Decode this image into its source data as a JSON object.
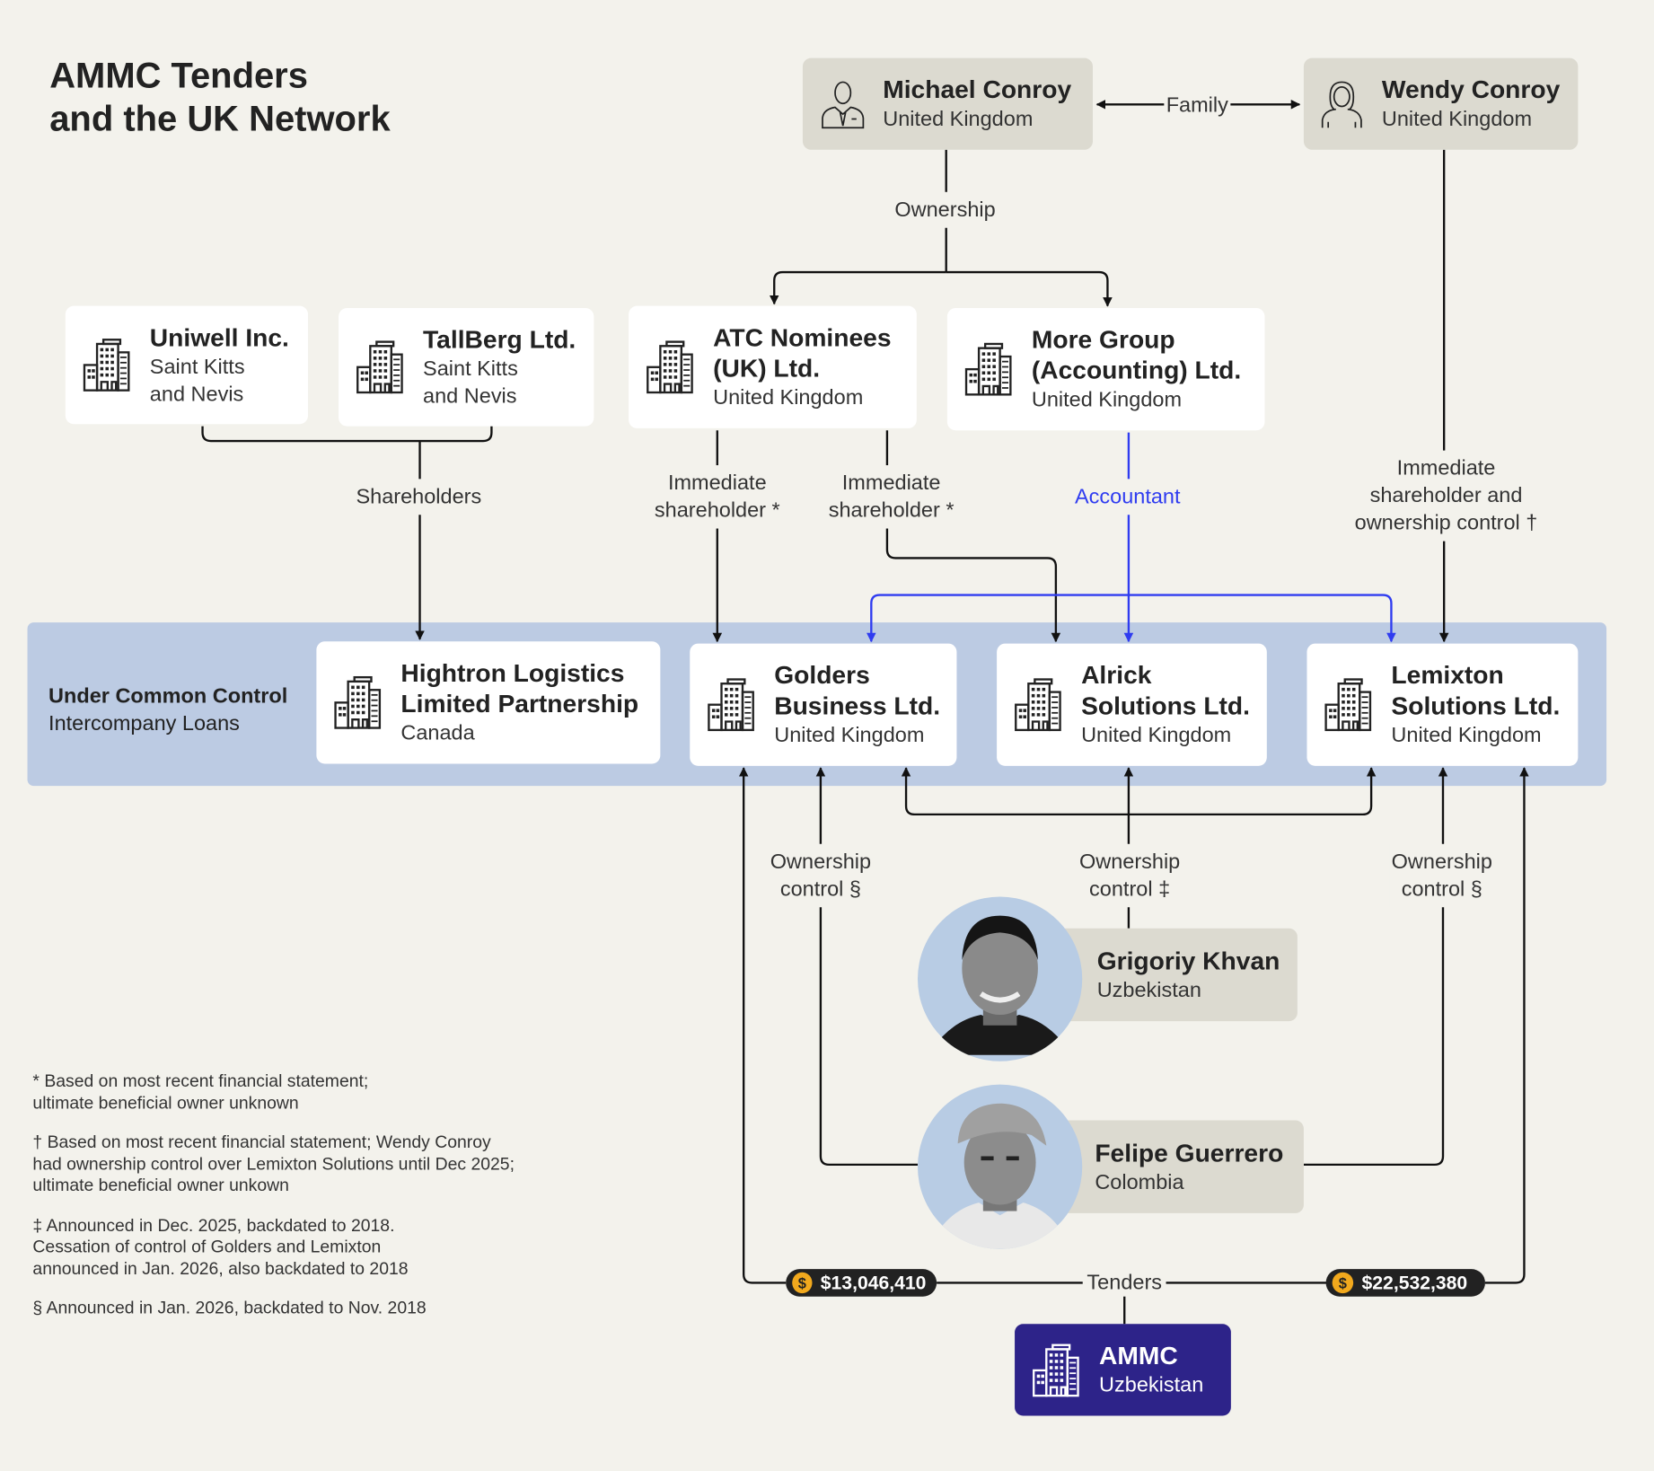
{
  "title": {
    "line1": "AMMC Tenders",
    "line2": "and the UK Network"
  },
  "people": {
    "michael": {
      "name": "Michael Conroy",
      "country": "United Kingdom"
    },
    "wendy": {
      "name": "Wendy Conroy",
      "country": "United Kingdom"
    },
    "grigoriy": {
      "name": "Grigoriy Khvan",
      "country": "Uzbekistan"
    },
    "felipe": {
      "name": "Felipe Guerrero",
      "country": "Colombia"
    }
  },
  "companies": {
    "uniwell": {
      "name": "Uniwell Inc.",
      "country1": "Saint Kitts",
      "country2": "and Nevis"
    },
    "tallberg": {
      "name": "TallBerg Ltd.",
      "country1": "Saint Kitts",
      "country2": "and Nevis"
    },
    "atc": {
      "name1": "ATC Nominees",
      "name2": "(UK) Ltd.",
      "country": "United Kingdom"
    },
    "more": {
      "name1": "More Group",
      "name2": "(Accounting) Ltd.",
      "country": "United Kingdom"
    },
    "hightron": {
      "name1": "Hightron Logistics",
      "name2": "Limited Partnership",
      "country": "Canada"
    },
    "golders": {
      "name1": "Golders",
      "name2": "Business Ltd.",
      "country": "United Kingdom"
    },
    "alrick": {
      "name1": "Alrick",
      "name2": "Solutions Ltd.",
      "country": "United Kingdom"
    },
    "lemixton": {
      "name1": "Lemixton",
      "name2": "Solutions Ltd.",
      "country": "United Kingdom"
    },
    "ammc": {
      "name": "AMMC",
      "country": "Uzbekistan"
    }
  },
  "band": {
    "title": "Under Common Control",
    "subtitle": "Intercompany Loans"
  },
  "labels": {
    "family": "Family",
    "ownership": "Ownership",
    "shareholders": "Shareholders",
    "imm1a": "Immediate",
    "imm1b": "shareholder *",
    "imm2a": "Immediate",
    "imm2b": "shareholder *",
    "accountant": "Accountant",
    "wendy_a": "Immediate",
    "wendy_b": "shareholder and",
    "wendy_c": "ownership control †",
    "oc1a": "Ownership",
    "oc1b": "control §",
    "oc2a": "Ownership",
    "oc2b": "control ‡",
    "oc3a": "Ownership",
    "oc3b": "control §",
    "tenders": "Tenders"
  },
  "tenders": {
    "golders_amount": "$13,046,410",
    "lemixton_amount": "$22,532,380",
    "currency_symbol": "$"
  },
  "footnotes": [
    "* Based on most recent financial statement; ultimate beneficial owner unknown",
    "† Based on most recent financial statement; Wendy Conroy had ownership control over Lemixton Solutions until Dec 2025; ultimate beneficial owner unkown",
    "‡ Announced in Dec. 2025, backdated to 2018. Cessation of control of Golders and Lemixton announced in Jan. 2026, also backdated to 2018",
    "§ Announced in Jan. 2026, backdated to Nov. 2018"
  ],
  "colors": {
    "background": "#f3f2ec",
    "band": "#bccbe3",
    "person_box": "#dcdad0",
    "accent_blue": "#2f3cf0",
    "ammc": "#2d2389",
    "coin": "#f2a91d"
  }
}
